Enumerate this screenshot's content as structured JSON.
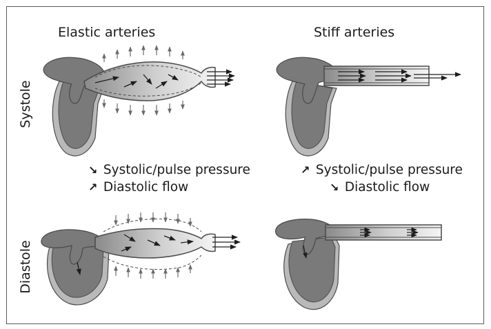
{
  "columns": {
    "elastic": "Elastic arteries",
    "stiff": "Stiff arteries"
  },
  "rows": {
    "systole": "Systole",
    "diastole": "Diastole"
  },
  "elastic_notes": {
    "line1": {
      "arrow": "↘",
      "text": "Systolic/pulse pressure"
    },
    "line2": {
      "arrow": "↗",
      "text": "Diastolic flow"
    }
  },
  "stiff_notes": {
    "line1": {
      "arrow": "↗",
      "text": "Systolic/pulse pressure"
    },
    "line2": {
      "arrow": "↘",
      "text": "Diastolic flow"
    }
  },
  "colors": {
    "heart_dark": "#6f6f6f",
    "heart_light": "#b9b9b9",
    "vessel_fill_dark": "#8c8c8c",
    "vessel_fill_light": "#ececec",
    "outline": "#4a4a4a",
    "arrow": "#1e1e1e"
  }
}
